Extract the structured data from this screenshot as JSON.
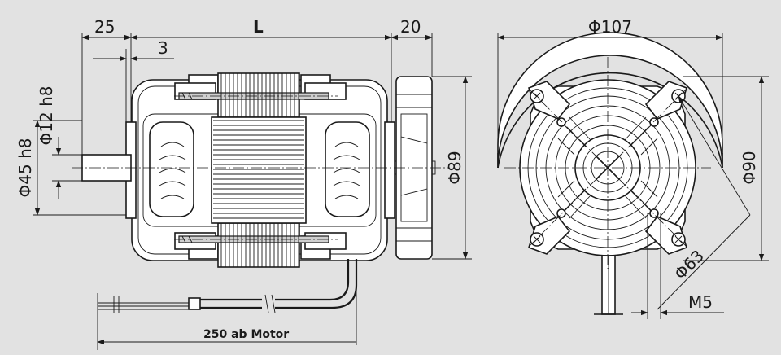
{
  "side_view": {
    "dim_flange": "25",
    "dim_length": "L",
    "dim_fan": "20",
    "dim_step": "3",
    "dim_shaft_dia": "Φ12 h8",
    "dim_hub_dia": "Φ45 h8",
    "dim_fan_dia": "Φ89",
    "cable_label": "250 ab Motor"
  },
  "front_view": {
    "dim_outer_dia": "Φ107",
    "dim_height": "Φ90",
    "dim_bolt_circle": "Φ63",
    "dim_thread": "M5"
  },
  "colors": {
    "background": "#e2e2e2",
    "line": "#1a1a1a",
    "part_fill": "#ffffff"
  }
}
